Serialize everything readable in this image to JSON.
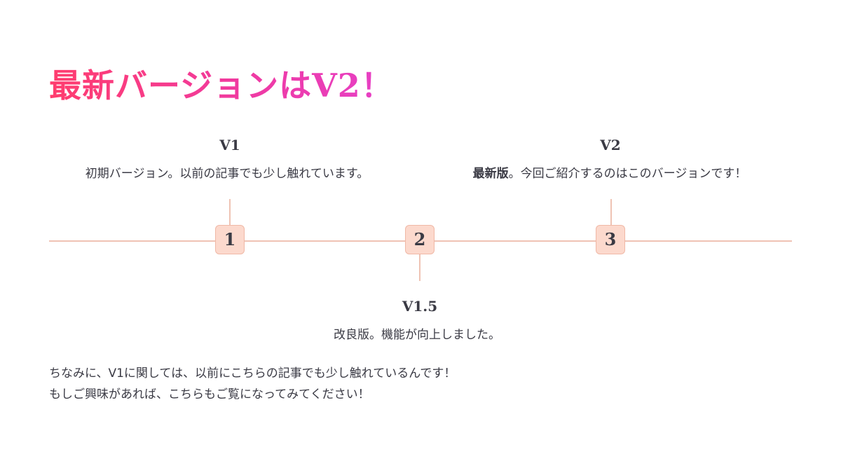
{
  "page": {
    "title": "最新バージョンはV2！"
  },
  "timeline": {
    "events": [
      {
        "marker": "1",
        "title": "V1",
        "description": "初期バージョン。以前の記事でも少し触れています。"
      },
      {
        "marker": "2",
        "title": "V1.5",
        "description": "改良版。機能が向上しました。"
      },
      {
        "marker": "3",
        "title": "V2",
        "description_bold": "最新版",
        "description": "。今回ご紹介するのはこのバージョンです！"
      }
    ]
  },
  "note": {
    "line1": "ちなみに、V1に関しては、以前にこちらの記事でも少し触れているんです！",
    "line2": "もしご興味があれば、こちらもご覧になってみてください！"
  },
  "colors": {
    "title_gradient_start": "#ff3d6e",
    "title_gradient_end": "#e640c8",
    "line": "#efc3b4",
    "marker_fill": "#fcd9cd",
    "marker_border": "#f0b8a6",
    "text": "#3a3a44"
  }
}
